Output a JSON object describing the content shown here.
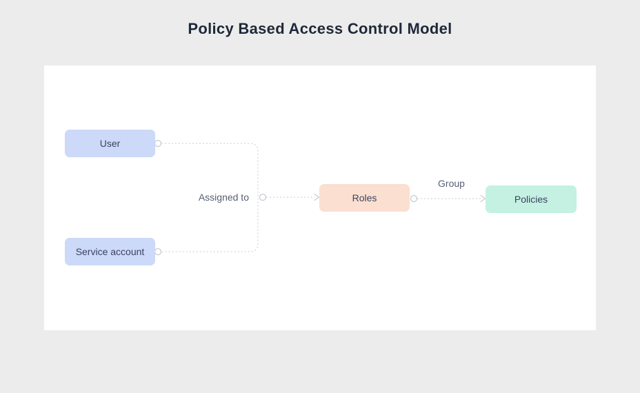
{
  "page": {
    "background_color": "#ececec",
    "canvas_background_color": "#ffffff"
  },
  "title": "Policy Based Access Control Model",
  "diagram": {
    "nodes": [
      {
        "id": "user",
        "label": "User",
        "fill": "#ccd9f8"
      },
      {
        "id": "service-account",
        "label": "Service account",
        "fill": "#ccd9f8"
      },
      {
        "id": "roles",
        "label": "Roles",
        "fill": "#fbdfd0"
      },
      {
        "id": "policies",
        "label": "Policies",
        "fill": "#c4f1e2"
      }
    ],
    "edge_labels": {
      "assigned_to": "Assigned to",
      "group": "Group"
    },
    "colors": {
      "title_text": "#1f2838",
      "node_text": "#3a4160",
      "edge_label_text": "#555e73",
      "connector_line": "#d2d5db",
      "connection_port_stroke": "#c6cad2"
    }
  }
}
